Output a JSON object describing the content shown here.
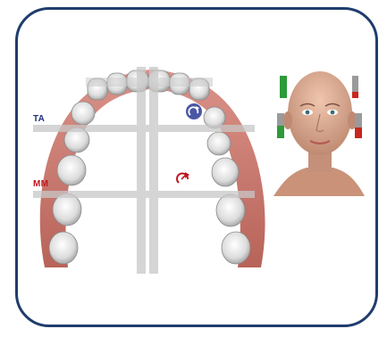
{
  "arch_labels": {
    "ta": "TA",
    "mm": "MM"
  },
  "colors": {
    "frame": "#1f3d6d",
    "ta_label": "#1e2f78",
    "mm_label": "#c0161d",
    "gums": "#c9766a",
    "grid_line": "#c8c8c8",
    "indicator_green": "#2d9a3a",
    "indicator_red": "#c8261f",
    "indicator_gray": "#9a9a9a",
    "skin": "#d7a48a"
  },
  "icons": {
    "upper_marker": "rotate-arrow-icon",
    "lower_marker": "rotate-arrow-icon"
  },
  "face_indicators": {
    "left_upper": {
      "level": 1.0,
      "color": "green"
    },
    "right_upper": {
      "level": 0.3,
      "color": "red"
    },
    "left_lower": {
      "level": 0.55,
      "color": "green"
    },
    "right_lower": {
      "level": 0.45,
      "color": "red"
    }
  }
}
